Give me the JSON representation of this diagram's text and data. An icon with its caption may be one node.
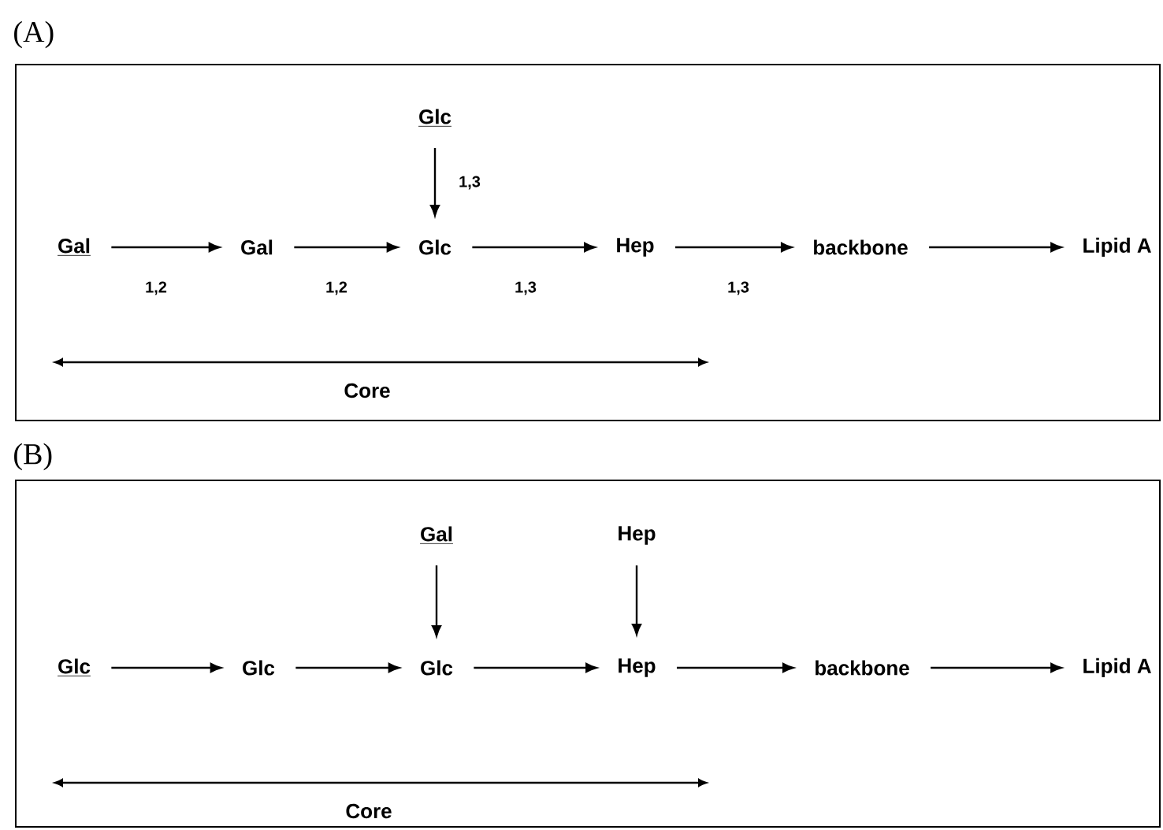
{
  "diagram": {
    "nodes": [
      {
        "text": [
          "(A)"
        ]
      },
      {
        "text": [
          "Glc"
        ],
        "in": 0
      },
      {
        "text": [
          "Gal"
        ],
        "in": 0
      },
      {
        "text": [
          "Gal"
        ],
        "in": 0
      },
      {
        "text": [
          "Glc"
        ],
        "in": 0
      },
      {
        "text": [
          "Hep"
        ],
        "in": 0
      },
      {
        "text": [
          "backbone"
        ],
        "in": 0
      },
      {
        "text": [
          "Lipid A"
        ],
        "in": 0
      },
      {
        "text": [
          "(B)"
        ]
      },
      {
        "text": [
          "Gal"
        ],
        "in": 8
      },
      {
        "text": [
          "Hep"
        ],
        "in": 8
      },
      {
        "text": [
          "Glc"
        ],
        "in": 8
      },
      {
        "text": [
          "Glc"
        ],
        "in": 8
      },
      {
        "text": [
          "Glc"
        ],
        "in": 8
      },
      {
        "text": [
          "Hep"
        ],
        "in": 8
      },
      {
        "text": [
          "backbone"
        ],
        "in": 8
      },
      {
        "text": [
          "Lipid A"
        ],
        "in": 8
      }
    ],
    "edges": [
      {
        "from": 1,
        "to": 4,
        "arrow": "to",
        "label": "1,3"
      },
      {
        "from": 2,
        "to": 3,
        "arrow": "to",
        "label": "1,2"
      },
      {
        "from": 3,
        "to": 4,
        "arrow": "to",
        "label": "1,2"
      },
      {
        "from": 4,
        "to": 5,
        "arrow": "to",
        "label": "1,3"
      },
      {
        "from": 5,
        "to": 6,
        "arrow": "to",
        "label": "1,3"
      },
      {
        "from": 6,
        "to": 7,
        "arrow": "to"
      },
      {
        "from": 9,
        "to": 13,
        "arrow": "to"
      },
      {
        "from": 10,
        "to": 14,
        "arrow": "to"
      },
      {
        "from": 11,
        "to": 12,
        "arrow": "to"
      },
      {
        "from": 12,
        "to": 13,
        "arrow": "to"
      },
      {
        "from": 13,
        "to": 14,
        "arrow": "to"
      },
      {
        "from": 14,
        "to": 15,
        "arrow": "to"
      },
      {
        "from": 15,
        "to": 16,
        "arrow": "to"
      }
    ],
    "labels": [
      "Core",
      "Core"
    ]
  }
}
